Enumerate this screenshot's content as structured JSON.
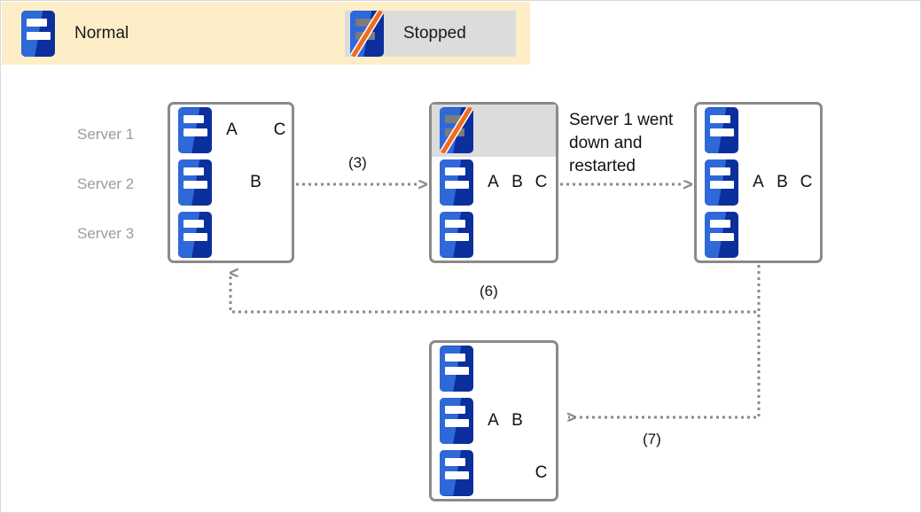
{
  "legend": {
    "items": [
      {
        "label": "Normal",
        "icon": "server-icon",
        "state": "normal"
      },
      {
        "label": "Stopped",
        "icon": "server-stopped-icon",
        "state": "stopped"
      }
    ]
  },
  "row_labels": [
    "Server 1",
    "Server 2",
    "Server 3"
  ],
  "boxes": [
    {
      "id": "state-1",
      "rows": [
        {
          "server_state": "normal",
          "highlight": false,
          "slots": [
            "A",
            "",
            "C"
          ]
        },
        {
          "server_state": "normal",
          "highlight": false,
          "slots": [
            "",
            "B",
            ""
          ]
        },
        {
          "server_state": "normal",
          "highlight": false,
          "slots": [
            "",
            "",
            ""
          ]
        }
      ]
    },
    {
      "id": "state-2",
      "rows": [
        {
          "server_state": "stopped",
          "highlight": true,
          "slots": [
            "",
            "",
            ""
          ]
        },
        {
          "server_state": "normal",
          "highlight": false,
          "slots": [
            "A",
            "B",
            "C"
          ]
        },
        {
          "server_state": "normal",
          "highlight": false,
          "slots": [
            "",
            "",
            ""
          ]
        }
      ]
    },
    {
      "id": "state-3",
      "rows": [
        {
          "server_state": "normal",
          "highlight": false,
          "slots": [
            "",
            "",
            ""
          ]
        },
        {
          "server_state": "normal",
          "highlight": false,
          "slots": [
            "A",
            "B",
            "C"
          ]
        },
        {
          "server_state": "normal",
          "highlight": false,
          "slots": [
            "",
            "",
            ""
          ]
        }
      ]
    },
    {
      "id": "state-4",
      "rows": [
        {
          "server_state": "normal",
          "highlight": false,
          "slots": [
            "",
            "",
            ""
          ]
        },
        {
          "server_state": "normal",
          "highlight": false,
          "slots": [
            "A",
            "B",
            ""
          ]
        },
        {
          "server_state": "normal",
          "highlight": false,
          "slots": [
            "",
            "",
            "C"
          ]
        }
      ]
    }
  ],
  "annotations": {
    "note_server1": "Server 1 went\ndown and\nrestarted"
  },
  "edges": [
    {
      "id": "edge-3",
      "label": "(3)"
    },
    {
      "id": "edge-6",
      "label": "(6)"
    },
    {
      "id": "edge-7",
      "label": "(7)"
    }
  ],
  "colors": {
    "legend_banner": "#fdeec8",
    "legend_chip": "#dcdcdc",
    "icon_blue_light": "#2f68d8",
    "icon_blue_dark": "#0b2f9c",
    "icon_bar_normal": "#ffffff",
    "icon_bar_stopped": "#7b7b7b",
    "slash": "#f26b1d",
    "box_border": "#8a8a8a",
    "row_label": "#9b9b9b",
    "edge": "#8a8a8a",
    "text": "#111111"
  }
}
